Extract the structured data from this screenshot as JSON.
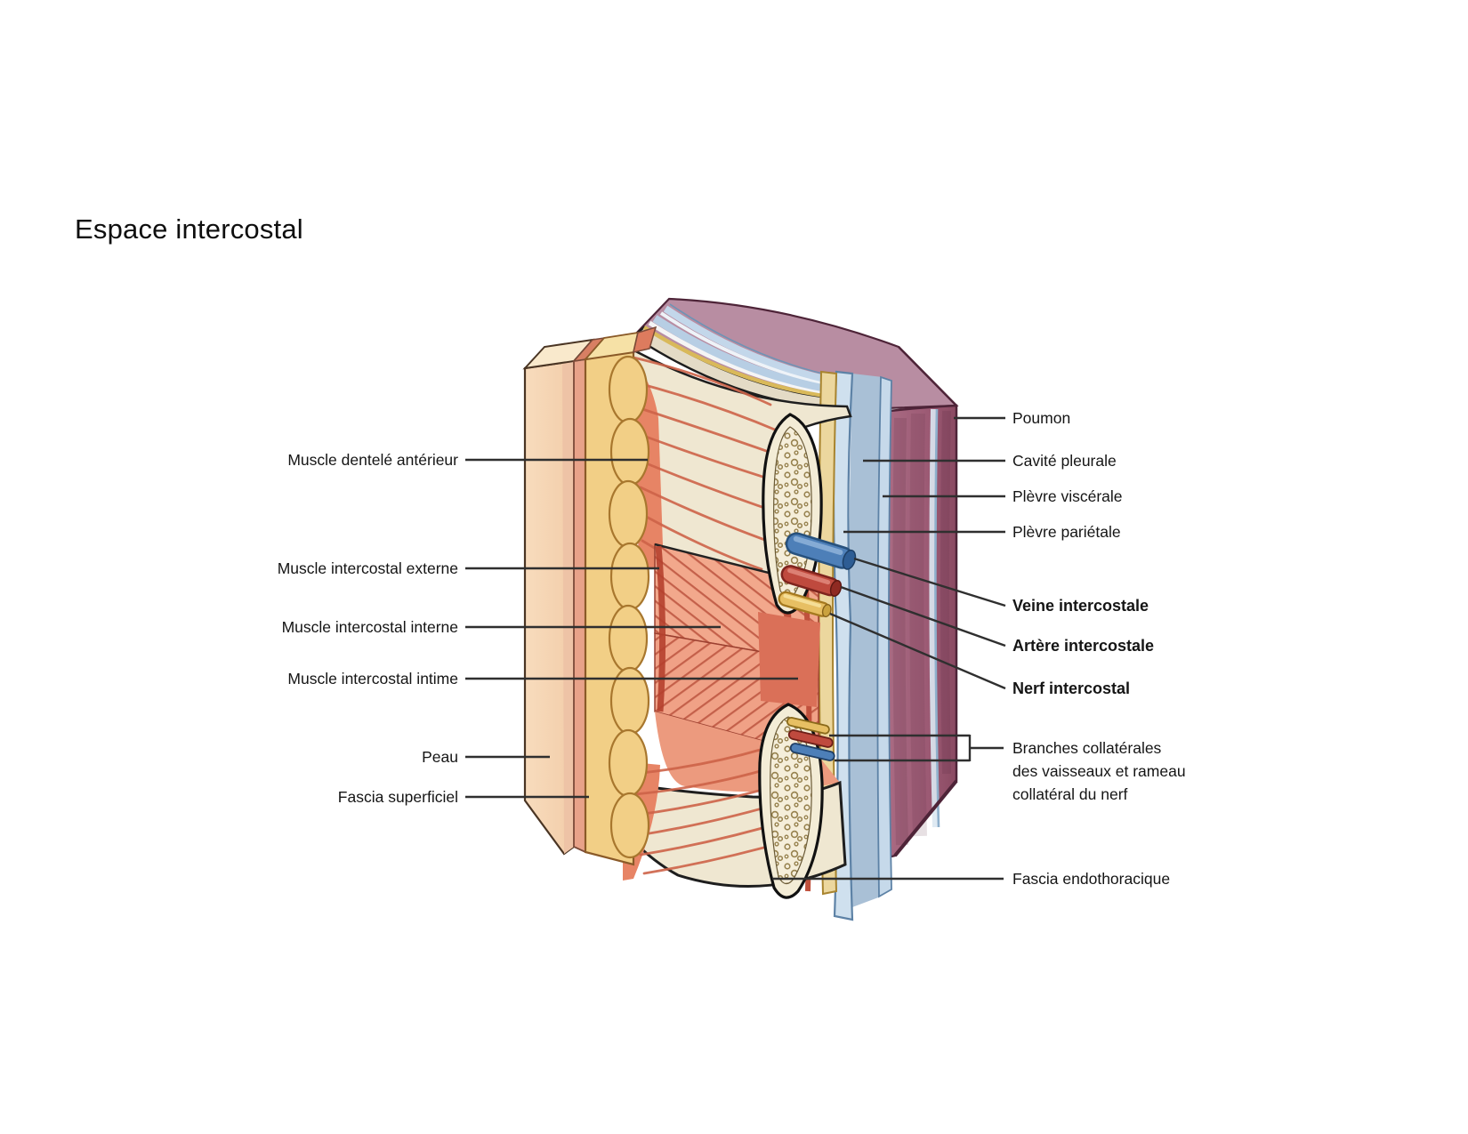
{
  "title": "Espace intercostal",
  "labels": {
    "left": [
      {
        "text": "Muscle dentelé antérieur"
      },
      {
        "text": "Muscle intercostal externe"
      },
      {
        "text": "Muscle intercostal interne"
      },
      {
        "text": "Muscle intercostal intime"
      },
      {
        "text": "Peau"
      },
      {
        "text": "Fascia superficiel"
      }
    ],
    "right": [
      {
        "text": "Poumon"
      },
      {
        "text": "Cavité pleurale"
      },
      {
        "text": "Plèvre viscérale"
      },
      {
        "text": "Plèvre pariétale"
      },
      {
        "text": "Veine intercostale"
      },
      {
        "text": "Artère intercostale"
      },
      {
        "text": "Nerf intercostal"
      },
      {
        "text": "Branches collatérales\ndes vaisseaux et rameau\ncollatéral du nerf"
      },
      {
        "text": "Fascia endothoracique"
      }
    ]
  },
  "colors": {
    "skin": "#f6d6b6",
    "skin_inner": "#eec3a6",
    "fascia_pink": "#e8a289",
    "fat": "#f2cf86",
    "muscle": "#ee9c80",
    "muscle_fiber": "#cd6348",
    "aponeurosis": "#efe7d1",
    "bone": "#f3ecd6",
    "endothoracic_fascia": "#ecd79e",
    "pleura": "#cfe0ee",
    "pleural_cavity": "#a9c0d6",
    "vein": "#4d7fb8",
    "artery": "#bf4a3e",
    "nerve": "#e7bf63",
    "lung": "#a2617b",
    "lung_top": "#b88da2",
    "leader_line": "#2f2f2f",
    "text": "#151515"
  }
}
